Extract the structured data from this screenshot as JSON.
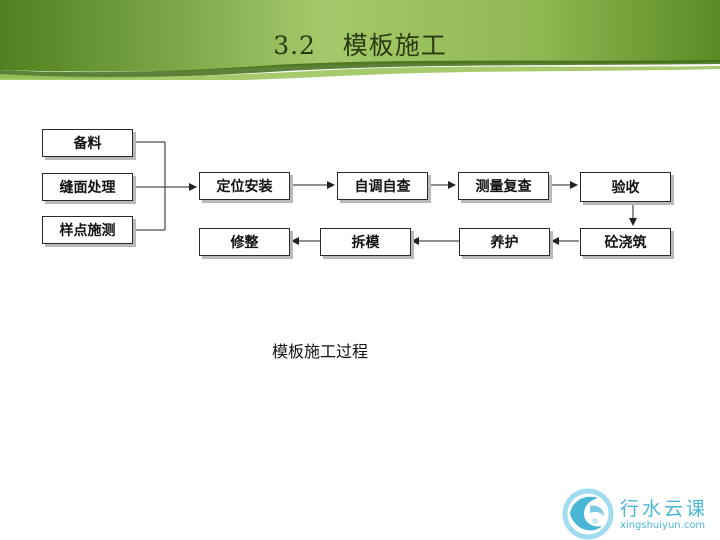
{
  "slide": {
    "title": "3.2   模板施工",
    "caption": "模板施工过程"
  },
  "flowchart": {
    "inputs": [
      "备料",
      "缝面处理",
      "样点施测"
    ],
    "steps": [
      "定位安装",
      "自调自查",
      "测量复查",
      "验收",
      "砼浇筑",
      "养护",
      "拆模",
      "修整"
    ]
  },
  "logo": {
    "name_cn": "行水云课",
    "name_en": "xingshuiyun.com"
  },
  "colors": {
    "header_green": "#6e9a2c",
    "header_light": "#b7d67a",
    "logo_blue": "#4ab6d6"
  }
}
